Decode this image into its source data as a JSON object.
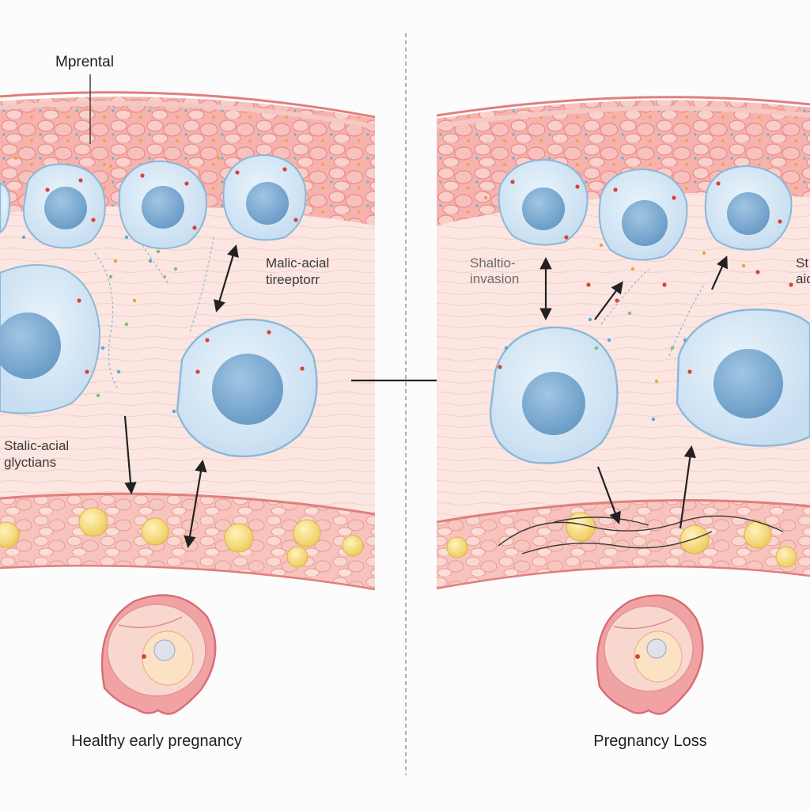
{
  "labels": {
    "maternal": "Mprental",
    "receptor_line1": "Malic-acial",
    "receptor_line2": "tireeptorr",
    "glycans_line1": "Stalic-acial",
    "glycans_line2": "glyctians",
    "invasion_line1": "Shaltio-",
    "invasion_line2": "invasion",
    "cut_line1": "St",
    "cut_line2": "aic"
  },
  "captions": {
    "left": "Healthy early pregnancy",
    "right": "Pregnancy Loss"
  },
  "colors": {
    "tissue_band": "#f6a9a6",
    "tissue_cell": "#f2b9b5",
    "stroma": "#fbe7e2",
    "cell_body": "#d8eaf6",
    "cell_outline": "#8db7d8",
    "nucleus": "#7faed3",
    "fat_cell": "#f6dc86",
    "arrow": "#222222",
    "divider": "#888888"
  },
  "icons": [
    "arrow-icon",
    "embryo-sac-icon"
  ]
}
